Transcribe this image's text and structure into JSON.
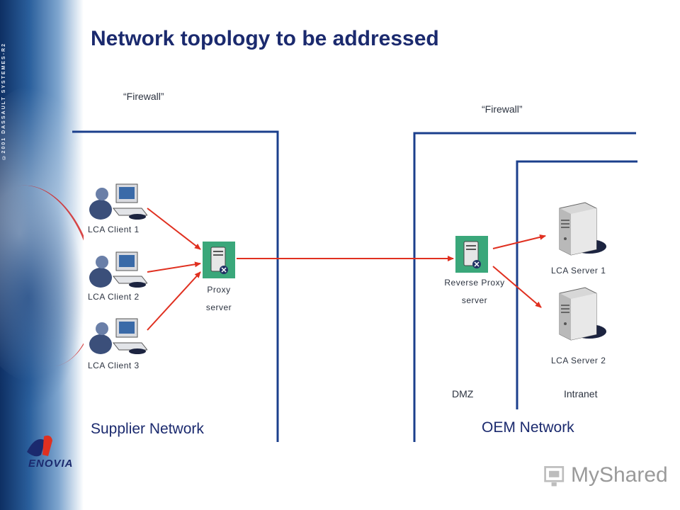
{
  "title": "Network topology to be addressed",
  "copyright": "©2001 DASSAULT SYSTEMES-R2",
  "firewalls": [
    "“Firewall”",
    "“Firewall”"
  ],
  "clients": [
    "LCA Client 1",
    "LCA Client 2",
    "LCA Client 3"
  ],
  "proxy": {
    "line1": "Proxy",
    "line2": "server"
  },
  "reverse_proxy": {
    "line1": "Reverse Proxy",
    "line2": "server"
  },
  "servers": [
    "LCA Server 1",
    "LCA Server 2"
  ],
  "zones": {
    "dmz": "DMZ",
    "intranet": "Intranet"
  },
  "networks": {
    "supplier": "Supplier Network",
    "oem": "OEM Network"
  },
  "branding": {
    "enovia": "ENOVIA",
    "watermark": "MyShared"
  },
  "colors": {
    "title": "#1b2a6e",
    "boundary": "#1b3f8c",
    "arrow": "#e03020",
    "proxy_bg": "#3aa77a"
  }
}
